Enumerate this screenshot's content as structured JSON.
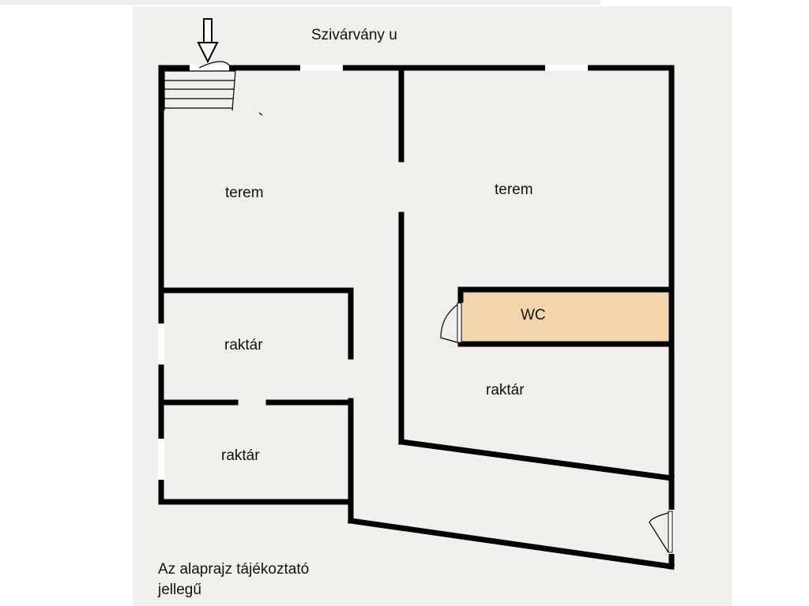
{
  "street": {
    "label": "Szivárvány u"
  },
  "rooms": {
    "terem_left": "terem",
    "terem_right": "terem",
    "wc": "WC",
    "raktar_upper": "raktár",
    "raktar_lower": "raktár",
    "raktar_right": "raktár"
  },
  "note": {
    "line1": "Az alaprajz tájékoztató",
    "line2": "jellegű"
  },
  "icons": {
    "entrance": "down-arrow-icon"
  },
  "colors": {
    "paper": "#f1efec",
    "wall": "#000000",
    "wc_fill": "#f2d5aa",
    "window": "#ffffff"
  }
}
